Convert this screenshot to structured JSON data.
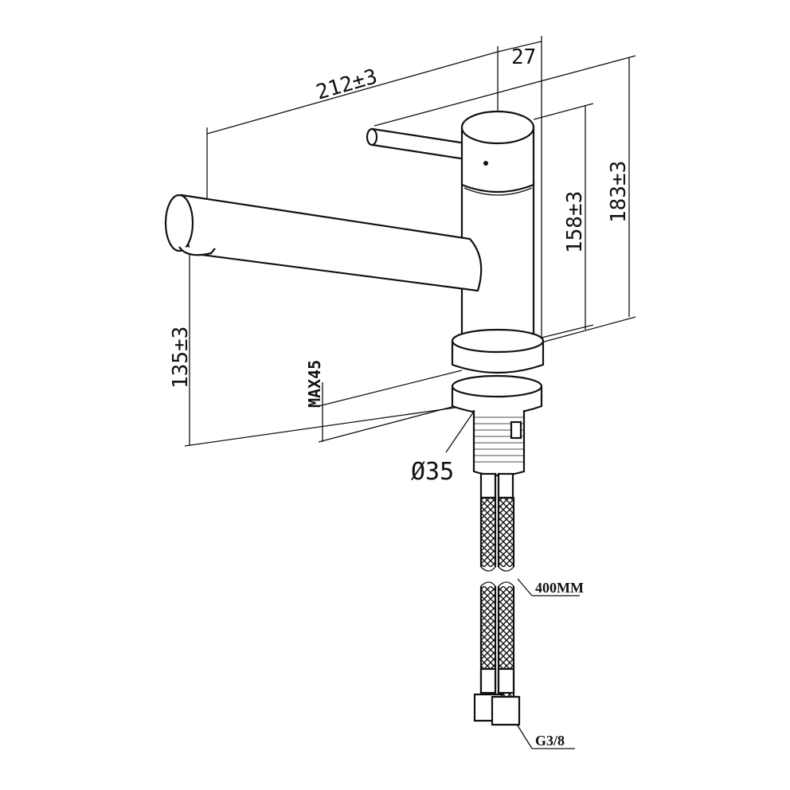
{
  "drawing": {
    "title": "Kitchen faucet dimension drawing",
    "dimensions": {
      "spout_reach": "212±3",
      "handle_diameter": "27",
      "total_height": "183±3",
      "body_height": "158±3",
      "spout_height": "135±3",
      "max_deck_thickness": "MAX45",
      "hole_diameter": "Ø35",
      "hose_length": "400MM",
      "connection_thread": "G3/8"
    }
  }
}
